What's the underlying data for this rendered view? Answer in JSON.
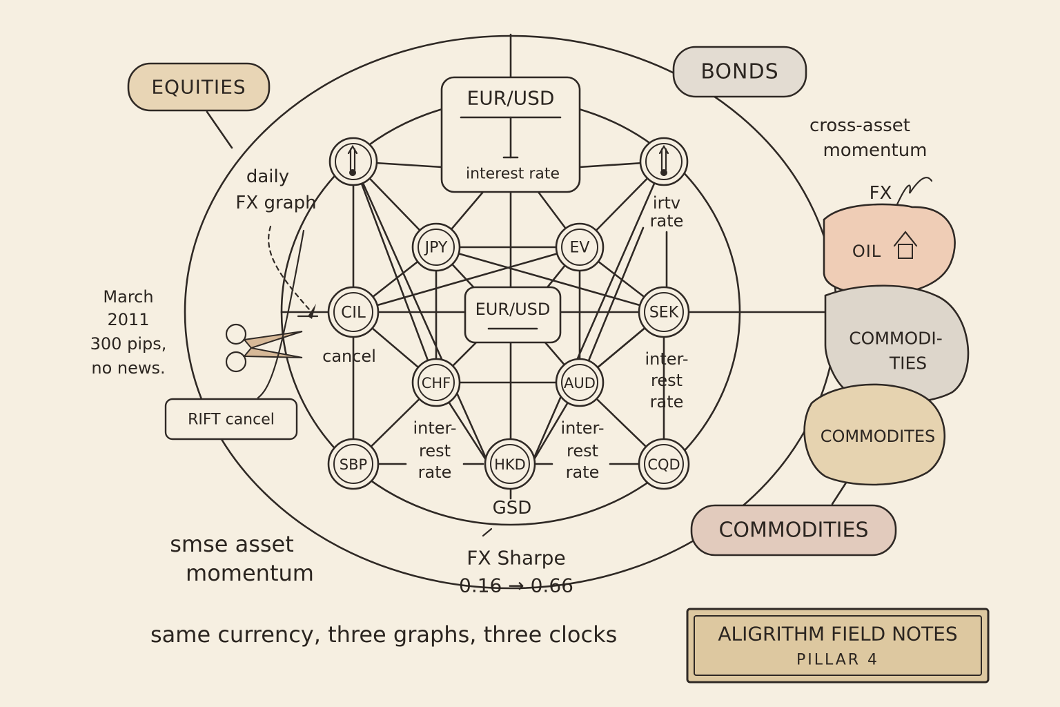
{
  "labels": {
    "equities": "EQUITIES",
    "bonds": "BONDS",
    "cross_asset_1": "cross-asset",
    "cross_asset_2": "momentum",
    "fx": "FX",
    "oil": "OIL",
    "commodities_blob_1": "COMMODI-",
    "commodities_blob_2": "TIES",
    "commodites_blob": "COMMODITES",
    "commodities_box": "COMMODITIES",
    "top_box_title": "EUR/USD",
    "top_box_sub": "interest rate",
    "center_box": "EUR/USD",
    "daily_1": "daily",
    "daily_2": "FX graph",
    "march_1": "March",
    "march_2": "2011",
    "march_3": "300 pips,",
    "march_4": "no news.",
    "cancel": "cancel",
    "rift_cancel": "RIFT cancel",
    "irtv_1": "irtv",
    "irtv_2": "rate",
    "ir_right_1": "inter-",
    "ir_right_2": "rest",
    "ir_right_3": "rate",
    "ir_bl_1": "inter-",
    "ir_bl_2": "rest",
    "ir_bl_3": "rate",
    "ir_br_1": "inter-",
    "ir_br_2": "rest",
    "ir_br_3": "rate",
    "gsd": "GSD",
    "smse_1": "smse asset",
    "smse_2": "momentum",
    "sharpe_1": "FX Sharpe",
    "sharpe_2": "0.16 → 0.66",
    "footer": "same currency, three graphs, three clocks",
    "plaque_title": "ALIGRITHM FIELD NOTES",
    "plaque_sub": "PILLAR 4"
  },
  "nodes": {
    "jpy": "JPY",
    "ev": "EV",
    "cil": "CIL",
    "sek": "SEK",
    "chf": "CHF",
    "aud": "AUD",
    "sbp": "SBP",
    "hkd": "HKD",
    "cqd": "CQD"
  },
  "icons": {
    "thermometer": "thermometer-icon",
    "scissors": "scissors-icon",
    "house": "house-icon"
  },
  "colors": {
    "background": "#f6efe1",
    "ink": "#2b2520",
    "equities_fill": "#e8d5b5",
    "bonds_fill": "#e3dcd2",
    "oil_fill": "#efcdb6",
    "commodities_grey": "#ddd6cb",
    "commodites_tan": "#e6d3b0",
    "commodities_pink": "#e2cbbd",
    "plaque_fill": "#ddc8a0"
  }
}
